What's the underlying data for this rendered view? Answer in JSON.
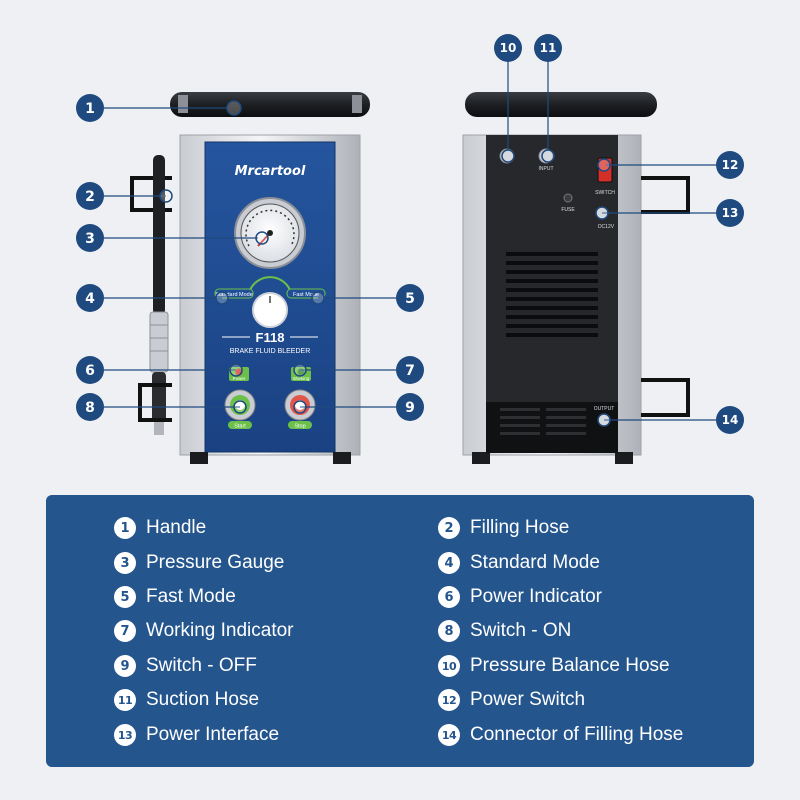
{
  "brand": {
    "name": "Mrcartool",
    "model": "F118",
    "subtitle": "BRAKE FLUID BLEEDER"
  },
  "front_panel": {
    "mode_left_label": "Standard Mode",
    "mode_right_label": "Fast Mode",
    "power_indicator_label": "Power",
    "working_indicator_label": "Working",
    "start_label": "Start",
    "stop_label": "Stop"
  },
  "back_panel": {
    "input_label": "INPUT",
    "fuse_label": "FUSE",
    "switch_label": "SWITCH",
    "dc_label": "DC12V",
    "output_label": "OUTPUT"
  },
  "callouts": [
    "1",
    "2",
    "3",
    "4",
    "5",
    "6",
    "7",
    "8",
    "9",
    "10",
    "11",
    "12",
    "13",
    "14"
  ],
  "legend": [
    {
      "num": "1",
      "label": "Handle"
    },
    {
      "num": "2",
      "label": "Filling Hose"
    },
    {
      "num": "3",
      "label": "Pressure Gauge"
    },
    {
      "num": "4",
      "label": "Standard Mode"
    },
    {
      "num": "5",
      "label": "Fast Mode"
    },
    {
      "num": "6",
      "label": "Power Indicator"
    },
    {
      "num": "7",
      "label": "Working Indicator"
    },
    {
      "num": "8",
      "label": "Switch - ON"
    },
    {
      "num": "9",
      "label": "Switch - OFF"
    },
    {
      "num": "10",
      "label": "Pressure Balance Hose"
    },
    {
      "num": "11",
      "label": "Suction Hose"
    },
    {
      "num": "12",
      "label": "Power Switch"
    },
    {
      "num": "13",
      "label": "Power Interface"
    },
    {
      "num": "14",
      "label": "Connector of Filling Hose"
    }
  ],
  "colors": {
    "brand_blue": "#1f4e96",
    "legend_bg": "#24558d",
    "callout_blue": "#1f4a7f",
    "indicator_green": "#6cc04a"
  }
}
